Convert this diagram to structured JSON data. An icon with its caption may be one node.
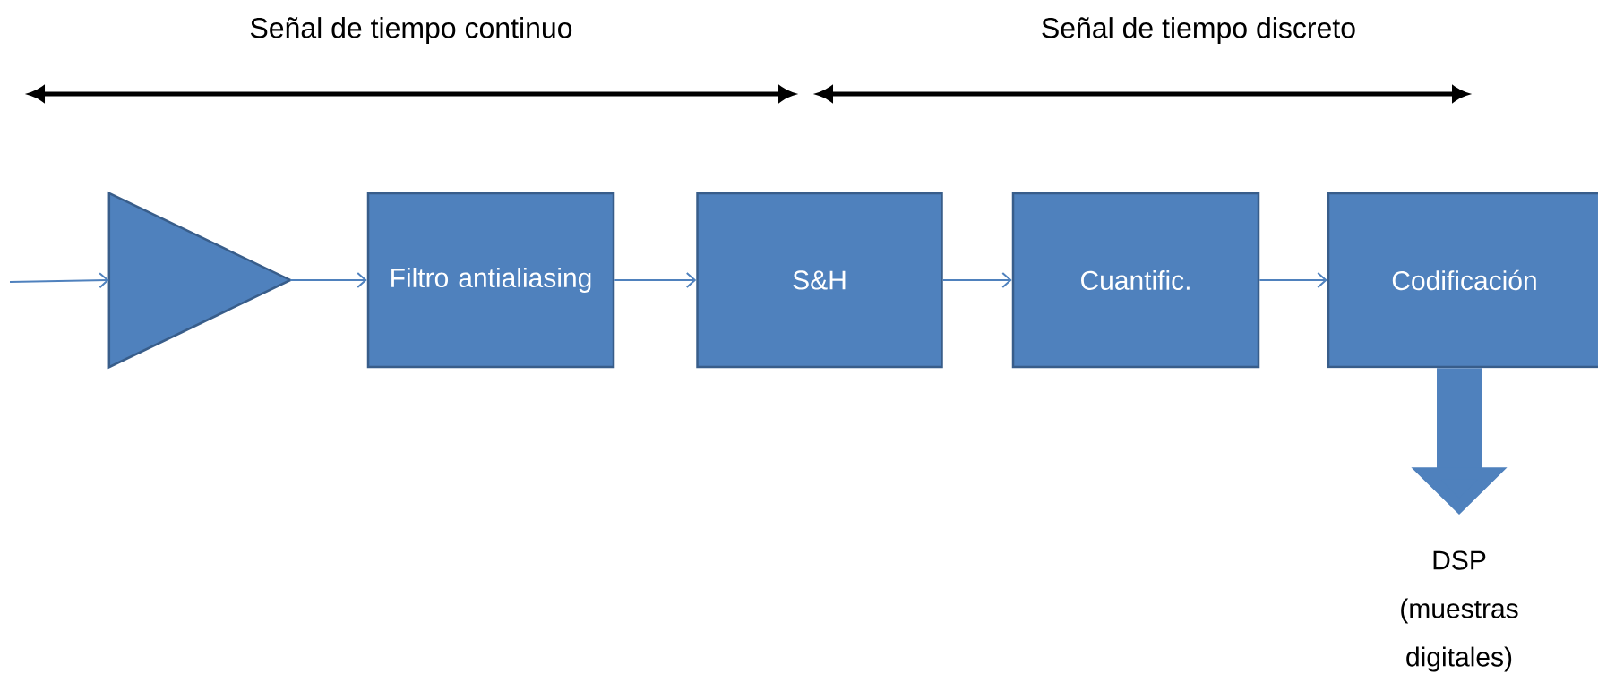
{
  "diagram": {
    "nodes": [
      {
        "text": [],
        "shape": "triangle"
      },
      {
        "text": [
          "Filtro antialiasing"
        ]
      },
      {
        "text": [
          "S&H"
        ]
      },
      {
        "text": [
          "Cuantific."
        ]
      },
      {
        "text": [
          "Codificación"
        ]
      },
      {
        "text": [
          "DSP (muestras digitales)"
        ]
      }
    ],
    "edges": [
      {
        "from": null,
        "to": 0,
        "arrow": "to"
      },
      {
        "from": 0,
        "to": 1,
        "arrow": "to"
      },
      {
        "from": 1,
        "to": 2,
        "arrow": "to"
      },
      {
        "from": 2,
        "to": 3,
        "arrow": "to"
      },
      {
        "from": 3,
        "to": 4,
        "arrow": "to"
      },
      {
        "from": 4,
        "to": 5,
        "arrow": "to",
        "style": "thick"
      }
    ],
    "labels": [
      "Señal de tiempo continuo",
      "Señal de tiempo discreto"
    ]
  }
}
